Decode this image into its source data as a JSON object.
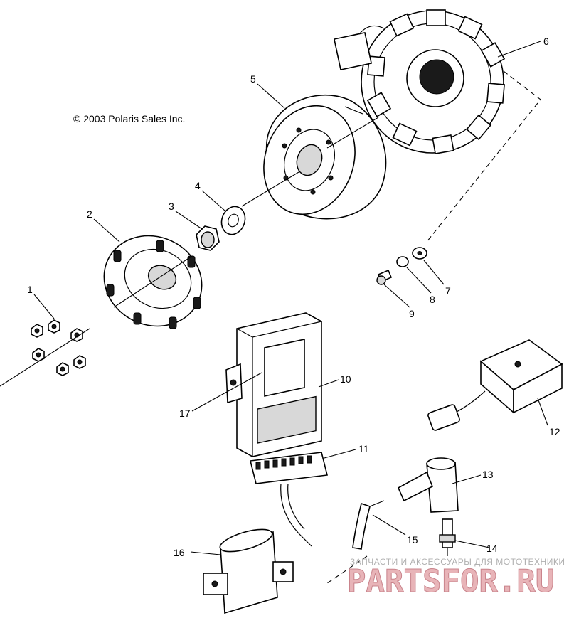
{
  "copyright": "© 2003 Polaris Sales Inc.",
  "callouts": [
    {
      "id": "c1",
      "label": "1"
    },
    {
      "id": "c2",
      "label": "2"
    },
    {
      "id": "c3",
      "label": "3"
    },
    {
      "id": "c4",
      "label": "4"
    },
    {
      "id": "c5",
      "label": "5"
    },
    {
      "id": "c6",
      "label": "6"
    },
    {
      "id": "c7",
      "label": "7"
    },
    {
      "id": "c8",
      "label": "8"
    },
    {
      "id": "c9",
      "label": "9"
    },
    {
      "id": "c10",
      "label": "10"
    },
    {
      "id": "c11",
      "label": "11"
    },
    {
      "id": "c12",
      "label": "12"
    },
    {
      "id": "c13",
      "label": "13"
    },
    {
      "id": "c14",
      "label": "14"
    },
    {
      "id": "c15",
      "label": "15"
    },
    {
      "id": "c16",
      "label": "16"
    },
    {
      "id": "c17",
      "label": "17"
    }
  ],
  "watermark": {
    "tagline": "ЗАПЧАСТИ И АКСЕССУАРЫ ДЛЯ МОТОТЕХНИКИ",
    "logo": "PARTSFOR.RU"
  }
}
